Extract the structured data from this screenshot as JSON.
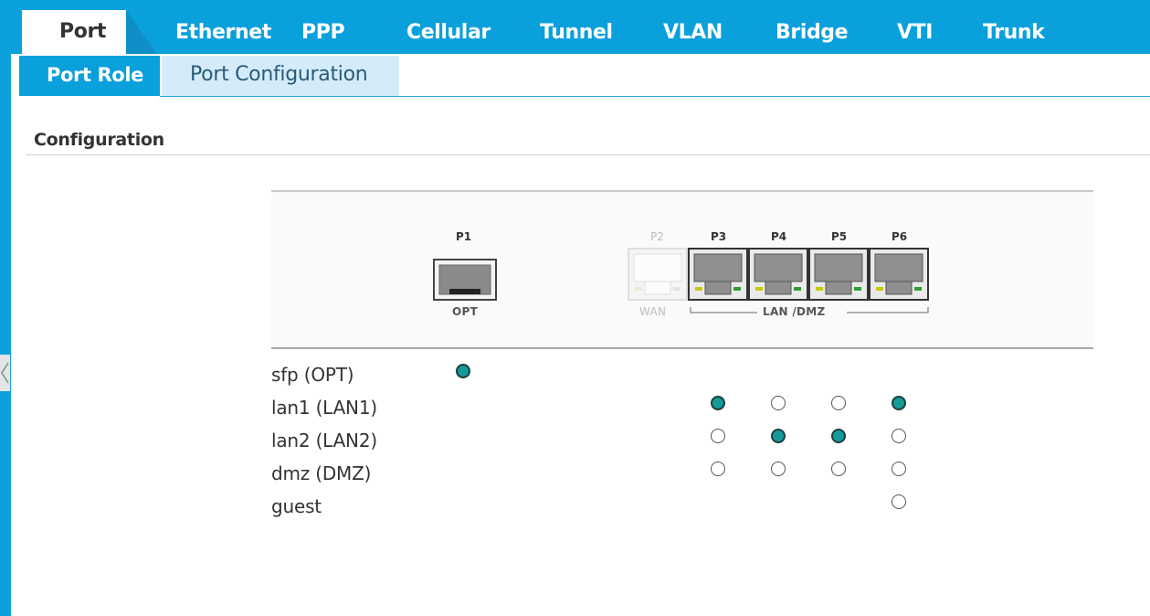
{
  "tabs": [
    "Port",
    "Ethernet",
    "PPP",
    "Cellular",
    "Tunnel",
    "VLAN",
    "Bridge",
    "VTI",
    "Trunk"
  ],
  "active_tab": "Port",
  "subtabs": [
    "Port Role",
    "Port Configuration"
  ],
  "section_title": "Configuration",
  "ports": [
    "P1",
    "P2",
    "P3",
    "P4",
    "P5",
    "P6"
  ],
  "port_groups": {
    "opt": "OPT",
    "wan": "WAN",
    "lan_dmz": "LAN /DMZ"
  },
  "roles": [
    {
      "label": "sfp (OPT)",
      "selected": [
        "P1"
      ]
    },
    {
      "label": "lan1 (LAN1)",
      "selected": [
        "P3",
        "P6"
      ]
    },
    {
      "label": "lan2 (LAN2)",
      "selected": [
        "P4",
        "P5"
      ]
    },
    {
      "label": "dmz (DMZ)",
      "selected": []
    },
    {
      "label": "guest",
      "selected": []
    }
  ],
  "colors": {
    "accent": "#0aa0dc",
    "subtab_inactive": "#d4ecfa",
    "radio_selected": "#159a9a"
  }
}
